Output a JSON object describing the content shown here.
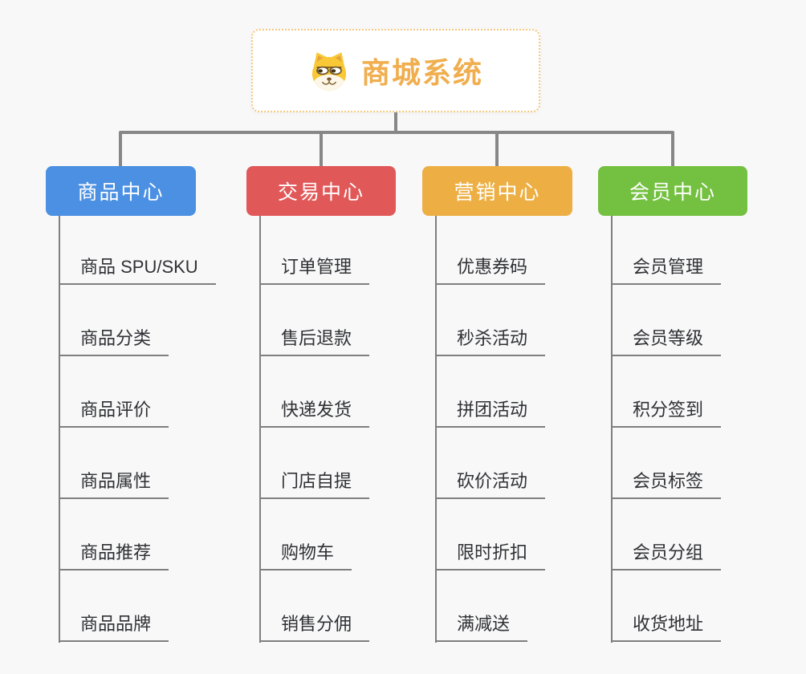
{
  "root": {
    "title": "商城系统",
    "icon": "shiba-dog-icon",
    "title_color": "#f0ae4e",
    "border_color": "#f6c87e"
  },
  "connector_color": "#878787",
  "background_color": "#f8f8f8",
  "branches": [
    {
      "label": "商品中心",
      "color": "#4b90e2",
      "children": [
        "商品 SPU/SKU",
        "商品分类",
        "商品评价",
        "商品属性",
        "商品推荐",
        "商品品牌"
      ]
    },
    {
      "label": "交易中心",
      "color": "#e15858",
      "children": [
        "订单管理",
        "售后退款",
        "快递发货",
        "门店自提",
        "购物车",
        "销售分佣"
      ]
    },
    {
      "label": "营销中心",
      "color": "#edaf44",
      "children": [
        "优惠券码",
        "秒杀活动",
        "拼团活动",
        "砍价活动",
        "限时折扣",
        "满减送"
      ]
    },
    {
      "label": "会员中心",
      "color": "#74c041",
      "children": [
        "会员管理",
        "会员等级",
        "积分签到",
        "会员标签",
        "会员分组",
        "收货地址"
      ]
    }
  ]
}
